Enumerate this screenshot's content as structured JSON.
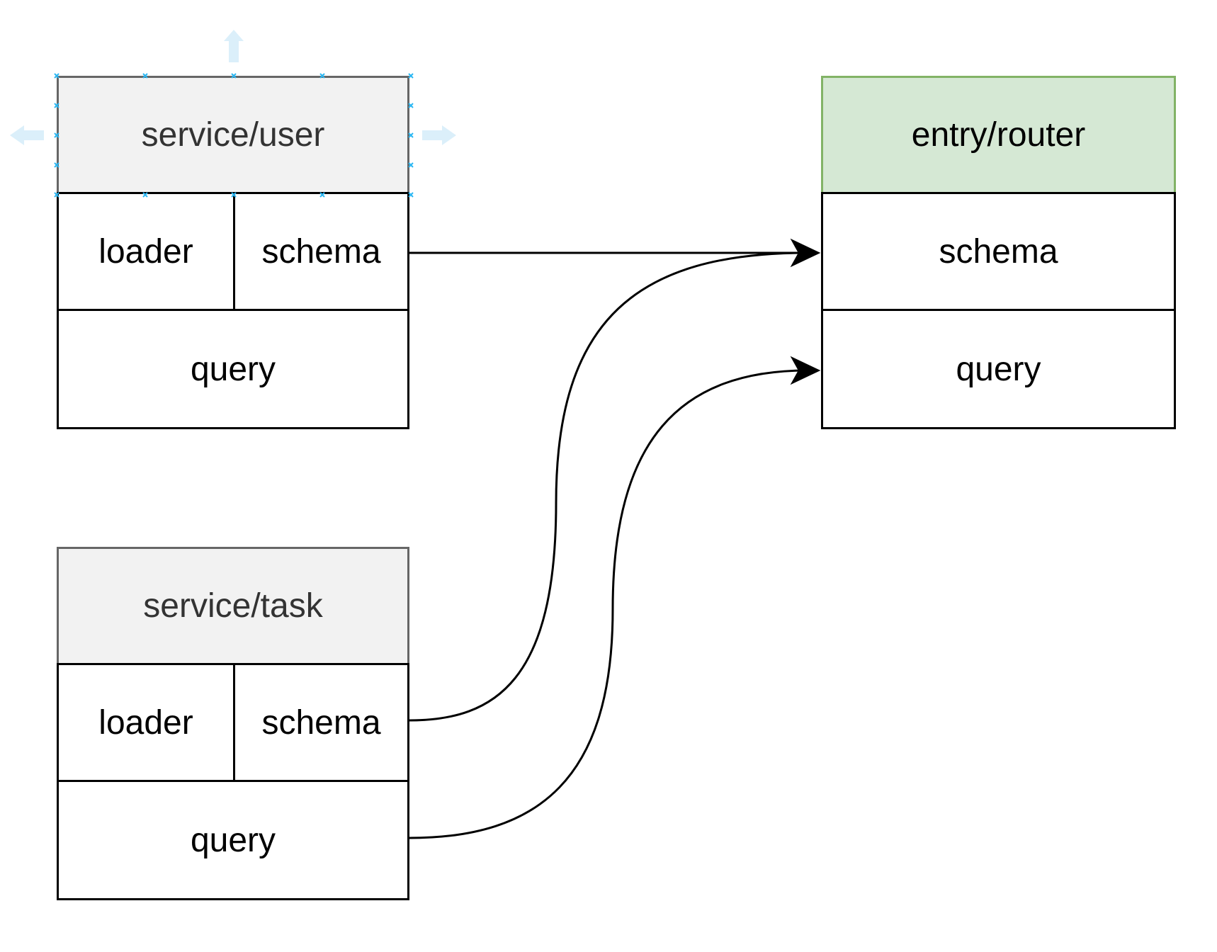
{
  "diagram": {
    "nodes": {
      "service_user": {
        "title": "service/user",
        "loader": "loader",
        "schema": "schema",
        "query": "query"
      },
      "service_task": {
        "title": "service/task",
        "loader": "loader",
        "schema": "schema",
        "query": "query"
      },
      "entry_router": {
        "title": "entry/router",
        "schema": "schema",
        "query": "query"
      }
    },
    "edges": [
      {
        "from": "service/user.schema",
        "to": "entry/router.schema"
      },
      {
        "from": "service/task.schema",
        "to": "entry/router.schema"
      },
      {
        "from": "service/task.query",
        "to": "entry/router.query"
      }
    ],
    "colors": {
      "grey_fill": "#f2f2f2",
      "grey_stroke": "#666666",
      "green_fill": "#d5e8d4",
      "green_stroke": "#82b366",
      "selection_handle": "#29b6f2",
      "hover_arrow": "#dbeffa",
      "edge": "#000000"
    },
    "selected_node": "service/user"
  }
}
